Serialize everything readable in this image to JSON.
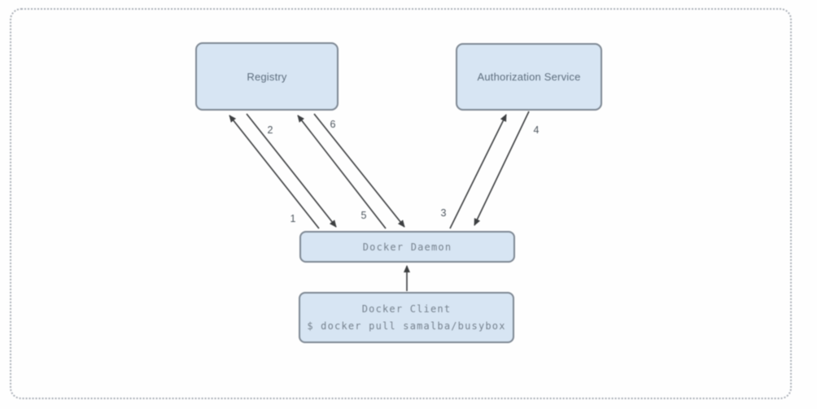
{
  "diagram": {
    "nodes": {
      "registry": {
        "label": "Registry"
      },
      "authorization_service": {
        "label": "Authorization Service"
      },
      "docker_daemon": {
        "label": "Docker Daemon"
      },
      "docker_client": {
        "label": "Docker Client",
        "command": "$ docker pull samalba/busybox"
      }
    },
    "arrows": [
      {
        "label": "1",
        "from": "Docker Daemon",
        "to": "Registry"
      },
      {
        "label": "2",
        "from": "Registry",
        "to": "Docker Daemon"
      },
      {
        "label": "3",
        "from": "Docker Daemon",
        "to": "Authorization Service"
      },
      {
        "label": "4",
        "from": "Authorization Service",
        "to": "Docker Daemon"
      },
      {
        "label": "5",
        "from": "Docker Daemon",
        "to": "Registry"
      },
      {
        "label": "6",
        "from": "Registry",
        "to": "Docker Daemon"
      },
      {
        "from": "Docker Client",
        "to": "Docker Daemon"
      }
    ]
  },
  "colors": {
    "background": "#fefefe",
    "frame-dots": "#a9aeb6",
    "box-fill": "#d7e5f3",
    "box-border": "#7e8893",
    "arrow": "#3d3f41",
    "node-text": "#5e6e7e",
    "mono-text": "#76828e",
    "number-text": "#4d565e"
  }
}
